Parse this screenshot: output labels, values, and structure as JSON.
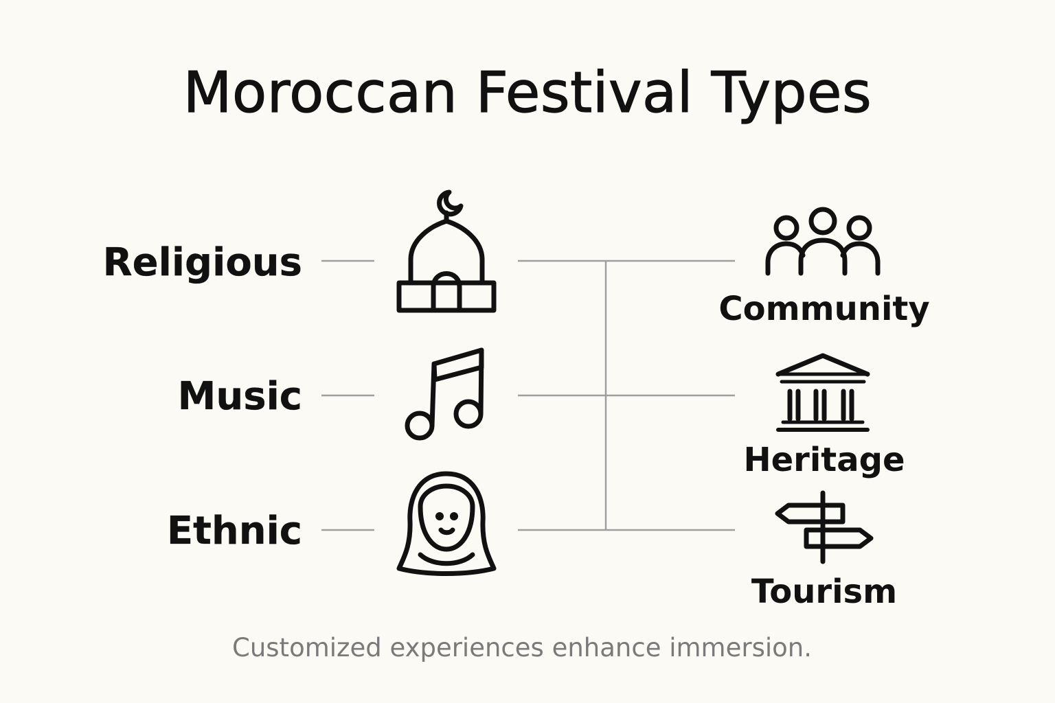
{
  "title": "Moroccan Festival Types",
  "left_items": [
    {
      "label": "Religious",
      "icon": "mosque-icon"
    },
    {
      "label": "Music",
      "icon": "music-note-icon"
    },
    {
      "label": "Ethnic",
      "icon": "hijab-person-icon"
    }
  ],
  "right_items": [
    {
      "label": "Community",
      "icon": "people-group-icon"
    },
    {
      "label": "Heritage",
      "icon": "classical-building-icon"
    },
    {
      "label": "Tourism",
      "icon": "signpost-icon"
    }
  ],
  "caption": "Customized experiences enhance immersion.",
  "colors": {
    "background": "#fbfaf5",
    "text": "#111111",
    "connector": "#9e9e9e",
    "caption": "#7a7a7a"
  }
}
